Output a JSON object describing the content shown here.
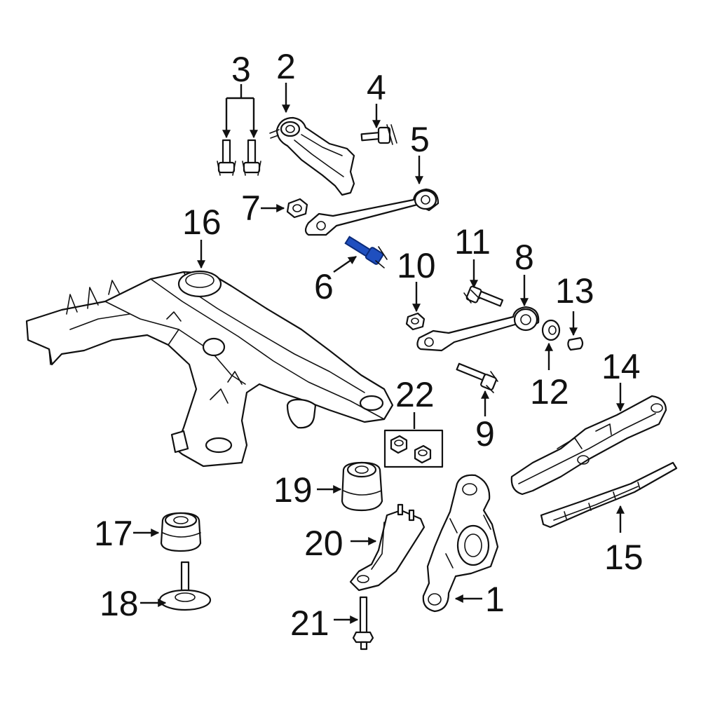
{
  "colors": {
    "line": "#111111",
    "background": "#ffffff",
    "highlight_fill": "#1f4fbf",
    "highlight_stroke": "#0b2a78"
  },
  "highlighted_part": "6",
  "callouts": {
    "c1": "1",
    "c2": "2",
    "c3": "3",
    "c4": "4",
    "c5": "5",
    "c6": "6",
    "c7": "7",
    "c8": "8",
    "c9": "9",
    "c10": "10",
    "c11": "11",
    "c12": "12",
    "c13": "13",
    "c14": "14",
    "c15": "15",
    "c16": "16",
    "c17": "17",
    "c18": "18",
    "c19": "19",
    "c20": "20",
    "c21": "21",
    "c22": "22"
  }
}
